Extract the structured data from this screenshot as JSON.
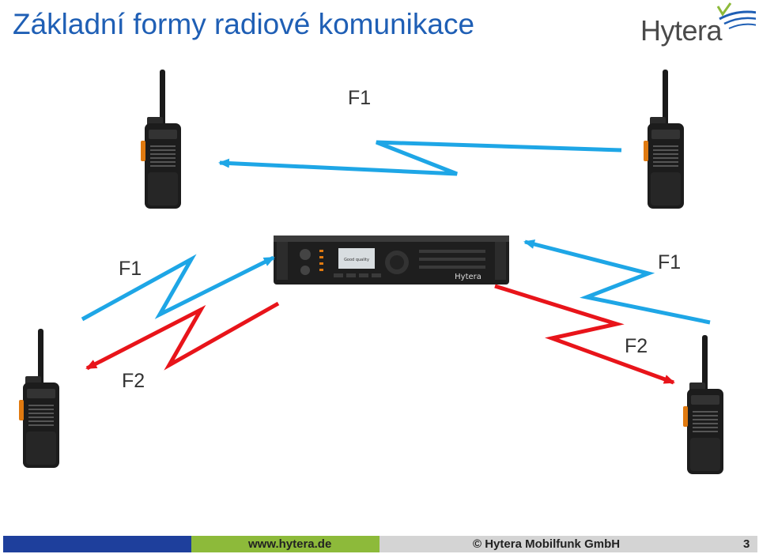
{
  "header": {
    "title": "Základní formy radiové komunikace",
    "logo_text": "Hytera"
  },
  "diagram": {
    "labels": {
      "top_f1": "F1",
      "left_f1": "F1",
      "left_f2": "F2",
      "right_f1": "F1",
      "right_f2": "F2"
    },
    "device_brand": "Hytera",
    "repeater_screen_text": "Good quality",
    "colors": {
      "f1": "#1ea6e6",
      "f2": "#e8141a"
    }
  },
  "footer": {
    "url": "www.hytera.de",
    "copyright": "© Hytera Mobilfunk GmbH",
    "page": "3"
  }
}
